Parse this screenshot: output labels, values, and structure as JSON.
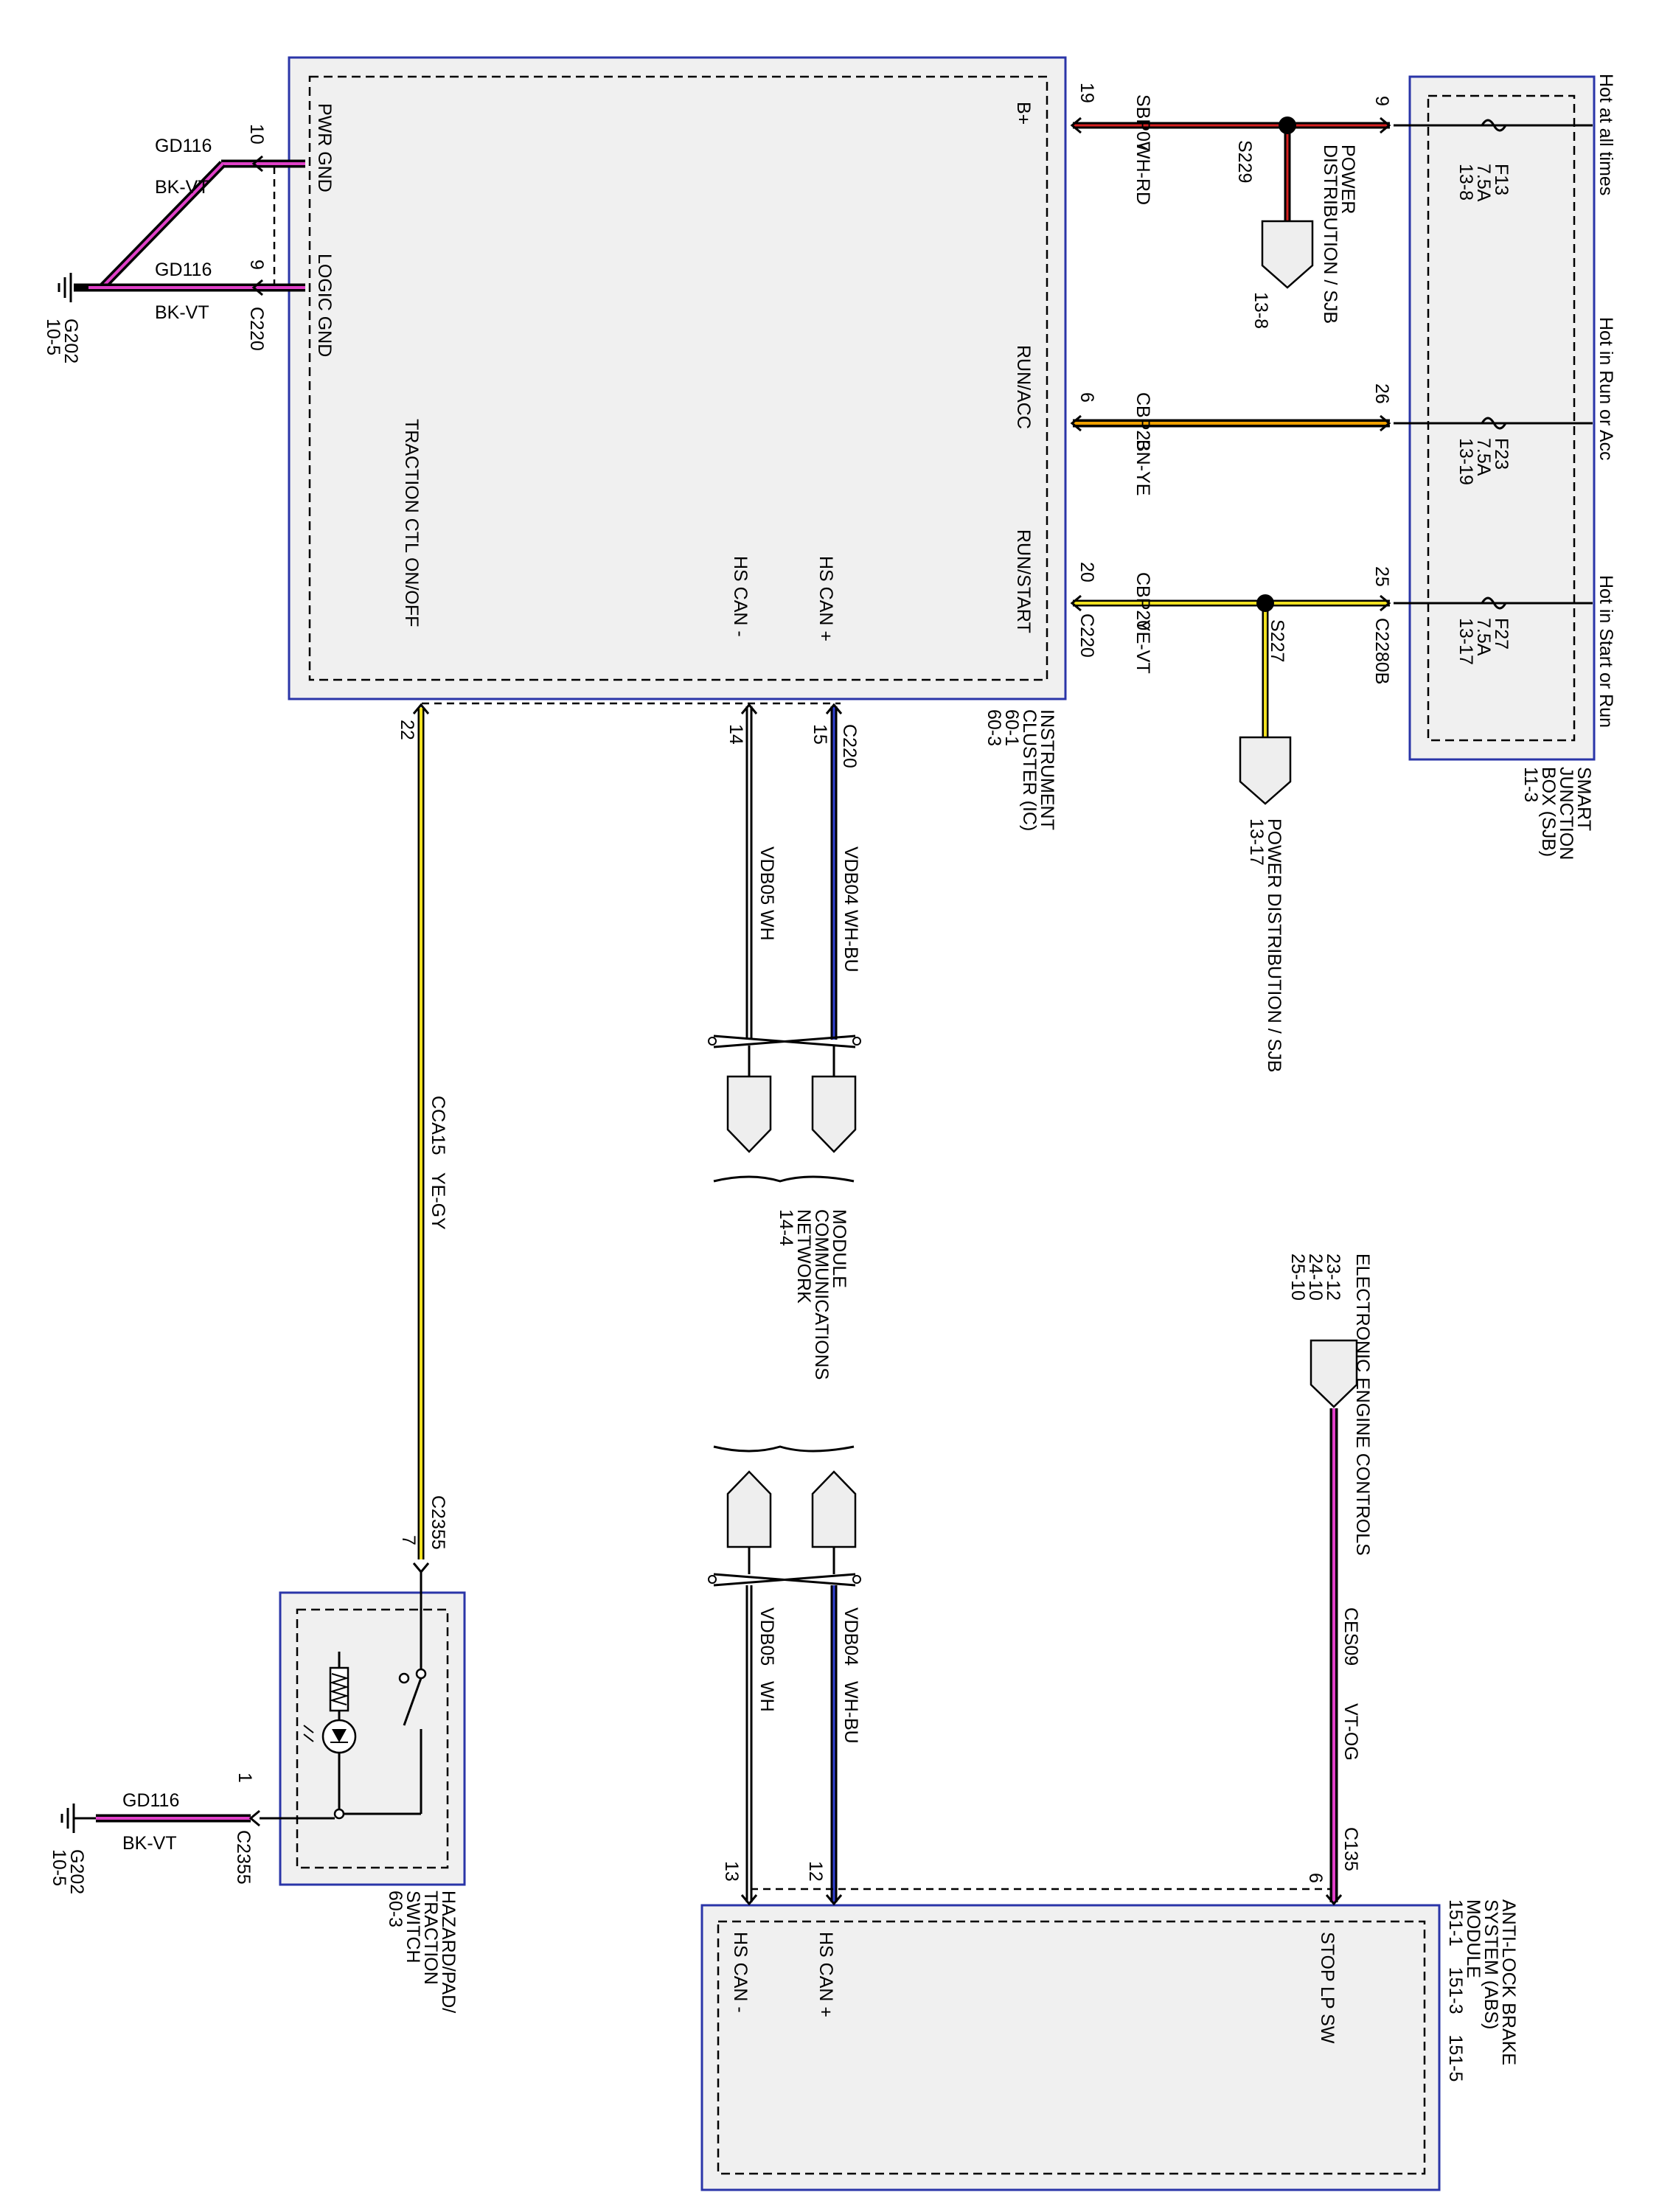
{
  "diagram": {
    "hot_labels": [
      "Hot at all times",
      "Hot in Run or Acc",
      "Hot in Start or Run"
    ],
    "sjb": {
      "title_lines": [
        "SMART",
        "JUNCTION",
        "BOX (SJB)",
        "11-3"
      ],
      "fuses": [
        {
          "lines": [
            "F13",
            "7.5A",
            "13-8"
          ],
          "pin": "9"
        },
        {
          "lines": [
            "F23",
            "7.5A",
            "13-19"
          ],
          "pin": "26"
        },
        {
          "lines": [
            "F27",
            "7.5A",
            "13-17"
          ],
          "pin": "25"
        }
      ],
      "connector": "C2280B"
    },
    "ic": {
      "title_lines": [
        "INSTRUMENT",
        "CLUSTER (IC)",
        "60-1",
        "60-3"
      ],
      "pins": {
        "pwr_gnd": "PWR GND",
        "logic_gnd": "LOGIC GND",
        "b_plus": "B+",
        "run_acc": "RUN/ACC",
        "run_start": "RUN/START",
        "hs_can_plus": "HS CAN +",
        "hs_can_minus": "HS CAN -",
        "traction": "TRACTION CTL ON/OFF"
      },
      "connector": "C220",
      "pin_numbers": {
        "pwr_gnd": "10",
        "logic_gnd": "9",
        "b_plus": "19",
        "run_acc": "6",
        "run_start": "20",
        "hs_can_plus": "15",
        "hs_can_minus": "14",
        "traction": "22"
      }
    },
    "wires": {
      "gd116": "GD116",
      "bk_vt": "BK-VT",
      "sbp07": "SBP07",
      "wh_rd": "WH-RD",
      "cbp23": "CBP23",
      "bn_ye": "BN-YE",
      "cbp20": "CBP20",
      "ye_vt": "YE-VT",
      "vdb04": "VDB04",
      "wh_bu": "WH-BU",
      "vdb05": "VDB05",
      "wh": "WH",
      "cca15": "CCA15",
      "ye_gy": "YE-GY",
      "ces09": "CES09",
      "vt_og": "VT-OG"
    },
    "splices": {
      "s229": "S229",
      "s227": "S227"
    },
    "power_dist_1": [
      "POWER",
      "DISTRIBUTION / SJB",
      "13-8"
    ],
    "power_dist_2": [
      "POWER DISTRIBUTION / SJB",
      "13-17"
    ],
    "ground": {
      "g202": "G202",
      "ref": "10-5"
    },
    "module_comm": [
      "MODULE",
      "COMMUNICATIONS",
      "NETWORK",
      "14-4"
    ],
    "eec": [
      "ELECTRONIC ENGINE CONTROLS",
      "23-12",
      "24-10",
      "25-10"
    ],
    "abs": {
      "title_lines": [
        "ANTI-LOCK BRAKE",
        "SYSTEM (ABS)",
        "MODULE",
        "151-1    151-3    151-5"
      ],
      "pins": {
        "stop": "STOP LP SW",
        "can_plus": "HS CAN +",
        "can_minus": "HS CAN -"
      },
      "pin_numbers": {
        "stop": "6",
        "can_plus": "12",
        "can_minus": "13"
      },
      "connector": "C135"
    },
    "hazard": {
      "title_lines": [
        "HAZARD/PAD/",
        "TRACTION",
        "SWITCH",
        "60-3"
      ],
      "pin_top": "7",
      "pin_bottom": "1",
      "c2355": "C2355",
      "c2355_top": "C2355"
    },
    "colors": {
      "box_border": "#2a35a8",
      "box_fill": "#f0f0f0",
      "wire_black": "#000000",
      "wire_violet": "#e040c8",
      "wire_red": "#d42020",
      "wire_yellow": "#f0e020",
      "wire_blue": "#3040d0",
      "wire_orange": "#f0a000"
    }
  }
}
